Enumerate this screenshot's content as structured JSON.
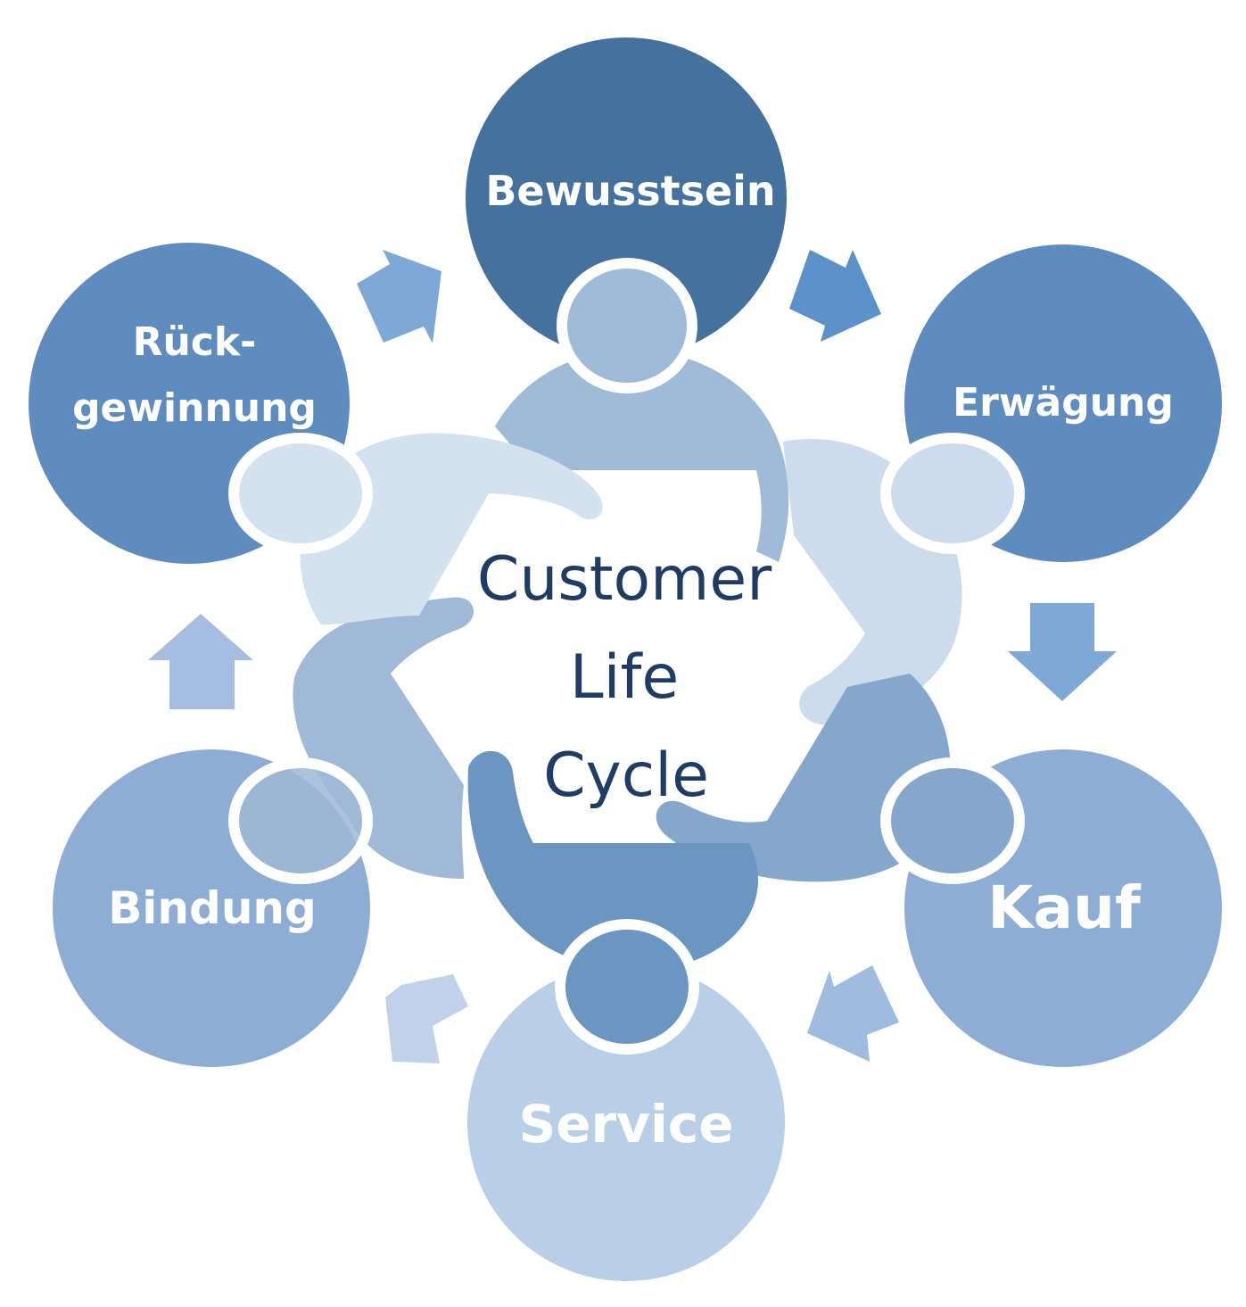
{
  "diagram": {
    "center": {
      "lines": [
        "Customer",
        "Life",
        "Cycle"
      ]
    },
    "stages": [
      {
        "id": "bewusstsein",
        "lines": [
          "Bewusstsein"
        ],
        "color": "#44719d"
      },
      {
        "id": "erwaegung",
        "lines": [
          "Erwägung"
        ],
        "color": "#5f8cbf"
      },
      {
        "id": "kauf",
        "lines": [
          "Kauf"
        ],
        "color": "#8dadd5"
      },
      {
        "id": "service",
        "lines": [
          "Service"
        ],
        "color": "#b9cfe8"
      },
      {
        "id": "bindung",
        "lines": [
          "Bindung"
        ],
        "color": "#8dadd5"
      },
      {
        "id": "rueckgewinnung",
        "lines": [
          "Rück-",
          "gewinnung"
        ],
        "color": "#5f8cbf"
      }
    ],
    "arm_colors": {
      "top": "#9fbbd8",
      "upper_right": "#ccdcec",
      "lower_right": "#84a7cb",
      "bottom": "#6b96c2",
      "lower_left": "#9fb9d6",
      "upper_left": "#d4e1ee"
    },
    "arrow_colors": {
      "a1": "#7ea8d6",
      "a2": "#5a92c9",
      "a3": "#7ea8d6",
      "a4": "#9fbbe0",
      "a5": "#c0d2ea",
      "a6": "#a4bde0"
    }
  }
}
